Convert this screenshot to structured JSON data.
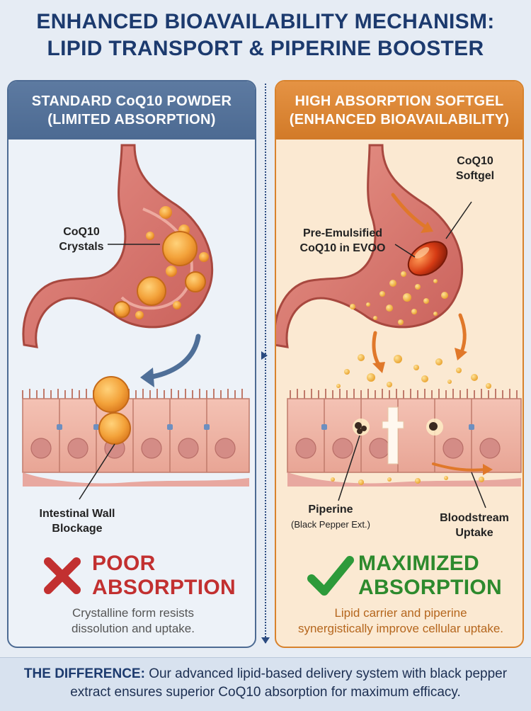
{
  "title": {
    "line1": "ENHANCED BIOAVAILABILITY MECHANISM:",
    "line2": "LIPID TRANSPORT & PIPERINE BOOSTER"
  },
  "left_panel": {
    "heading_line1": "STANDARD CoQ10 POWDER",
    "heading_line2": "(LIMITED ABSORPTION)",
    "label_crystals_line1": "CoQ10",
    "label_crystals_line2": "Crystals",
    "label_wall_line1": "Intestinal Wall",
    "label_wall_line2": "Blockage",
    "result_line1": "POOR",
    "result_line2": "ABSORPTION",
    "result_icon": "cross-icon",
    "caption_line1": "Crystalline form resists",
    "caption_line2": "dissolution and uptake."
  },
  "right_panel": {
    "heading_line1": "HIGH ABSORPTION SOFTGEL",
    "heading_line2": "(ENHANCED BIOAVAILABILITY)",
    "label_softgel_line1": "CoQ10",
    "label_softgel_line2": "Softgel",
    "label_emulsified_line1": "Pre-Emulsified",
    "label_emulsified_line2": "CoQ10 in EVOO",
    "label_piperine": "Piperine",
    "label_piperine_sub": "(Black Pepper Ext.)",
    "label_bloodstream_line1": "Bloodstream",
    "label_bloodstream_line2": "Uptake",
    "result_line1": "MAXIMIZED",
    "result_line2": "ABSORPTION",
    "result_icon": "checkmark-icon",
    "caption_line1": "Lipid carrier and piperine",
    "caption_line2": "synergistically improve cellular uptake."
  },
  "footer": {
    "lead": "THE DIFFERENCE:",
    "text": " Our advanced lipid-based delivery system with black pepper extract ensures superior CoQ10 absorption for maximum efficacy."
  },
  "colors": {
    "title": "#1c3a6e",
    "left_header": "#4c6a92",
    "right_header": "#d27a28",
    "poor": "#c23030",
    "maximized": "#2d8a2d",
    "right_caption": "#b5661d"
  }
}
